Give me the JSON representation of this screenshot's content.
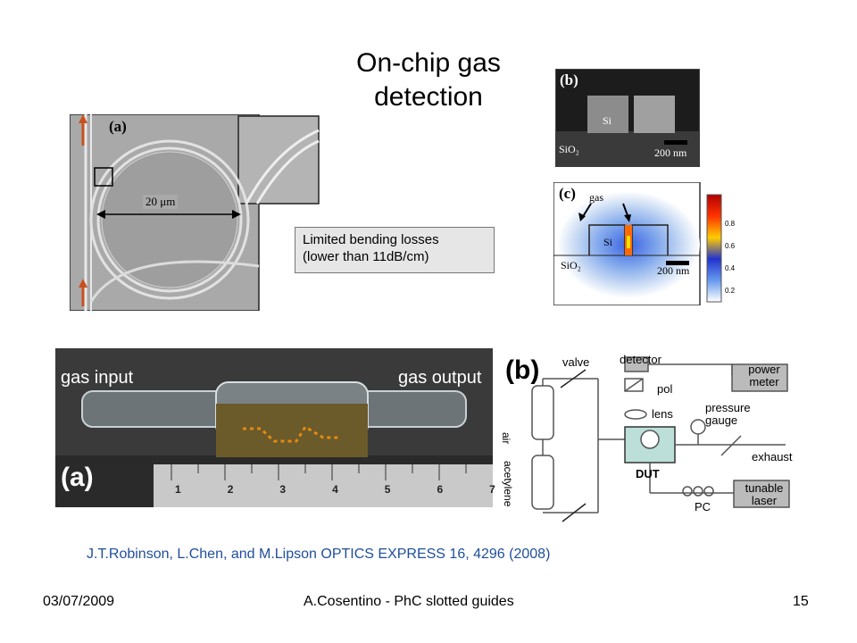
{
  "slide": {
    "title_line1": "On-chip gas",
    "title_line2": "detection",
    "note_line1": "Limited bending losses",
    "note_line2": "(lower than 11dB/cm)",
    "citation": "J.T.Robinson, L.Chen, and M.Lipson OPTICS EXPRESS 16, 4296 (2008)"
  },
  "figure_a": {
    "label": "(a)",
    "scale": "20 μm"
  },
  "figure_b_sem": {
    "label": "(b)",
    "si": "Si",
    "sio2": "SiO₂",
    "scale": "200 nm"
  },
  "figure_c_mode": {
    "label": "(c)",
    "gas": "gas",
    "si": "Si",
    "sio2": "SiO₂",
    "scale": "200 nm",
    "colorbar_ticks": [
      "0.8",
      "0.6",
      "0.4",
      "0.2"
    ]
  },
  "photo": {
    "label": "(a)",
    "gas_input": "gas input",
    "gas_output": "gas output",
    "ruler_numbers": [
      "1",
      "2",
      "3",
      "4",
      "5",
      "6",
      "7"
    ]
  },
  "setup": {
    "label": "(b)",
    "valve": "valve",
    "detector": "detector",
    "pol": "pol",
    "lens": "lens",
    "pressure_gauge_1": "pressure",
    "pressure_gauge_2": "gauge",
    "air": "air",
    "acetylene": "acetylene",
    "dut": "DUT",
    "exhaust": "exhaust",
    "pc": "PC",
    "power_meter_1": "power",
    "power_meter_2": "meter",
    "tunable_laser_1": "tunable",
    "tunable_laser_2": "laser"
  },
  "footer": {
    "date": "03/07/2009",
    "center": "A.Cosentino - PhC slotted guides",
    "page": "15"
  },
  "colors": {
    "citation": "#1f4e9c",
    "note_bg": "#e6e6e6",
    "arrow_orange": "#c8501e"
  }
}
